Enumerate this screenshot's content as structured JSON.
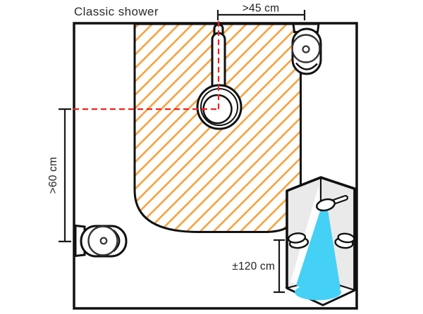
{
  "title": "Classic shower",
  "measurements": {
    "top_clearance": {
      "label": ">45 cm"
    },
    "side_clearance": {
      "label": ">60 cm"
    },
    "cabin_size": {
      "label": "±120 cm"
    }
  },
  "colors": {
    "outline": "#111111",
    "hatch_orange": "#f8a13c",
    "guide_red": "#f42020",
    "water_blue": "#45d0f5",
    "cabin_wall_gray": "#eaeaea",
    "text": "#262626"
  }
}
